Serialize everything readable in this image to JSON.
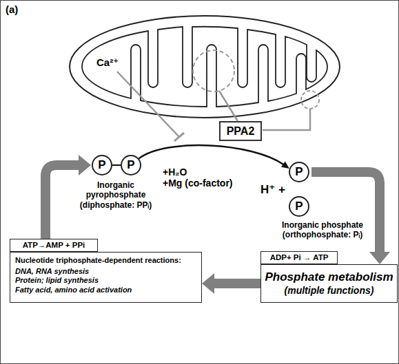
{
  "diagram": {
    "nodes": [
      {
        "text": [
          "PPA2"
        ]
      },
      {
        "text": [
          "P"
        ]
      },
      {
        "text": [
          "P"
        ]
      },
      {
        "text": [
          "P"
        ]
      },
      {
        "text": [
          "P"
        ]
      },
      {
        "text": [
          "ATP→AMP + PPi"
        ]
      },
      {
        "text": [
          "Nucleotide triphosphate-dependent reactions:",
          "DNA, RNA synthesis",
          "Protein; lipid synthesis",
          "Fatty acid, amino acid activation"
        ]
      },
      {
        "text": [
          "ADP+ Pi → ATP"
        ]
      },
      {
        "text": [
          "Phosphate metabolism",
          "(multiple functions)"
        ]
      }
    ],
    "edges": [
      {
        "from": 1,
        "to": 2,
        "arrow": "none"
      },
      {
        "from": 2,
        "to": 3,
        "arrow": "to"
      },
      {
        "from": 3,
        "to": 8,
        "arrow": "to"
      },
      {
        "from": 8,
        "to": 6,
        "arrow": "to"
      },
      {
        "from": 5,
        "to": 1,
        "arrow": "to"
      }
    ],
    "labels": [
      "(a)",
      "Ca²⁺",
      "Inorganic pyrophosphate (diphosphate: PPᵢ)",
      "+H₂O",
      "+Mg (co-factor)",
      "H⁺ +",
      "Inorganic phosphate (orthophosphate: Pᵢ)"
    ]
  }
}
